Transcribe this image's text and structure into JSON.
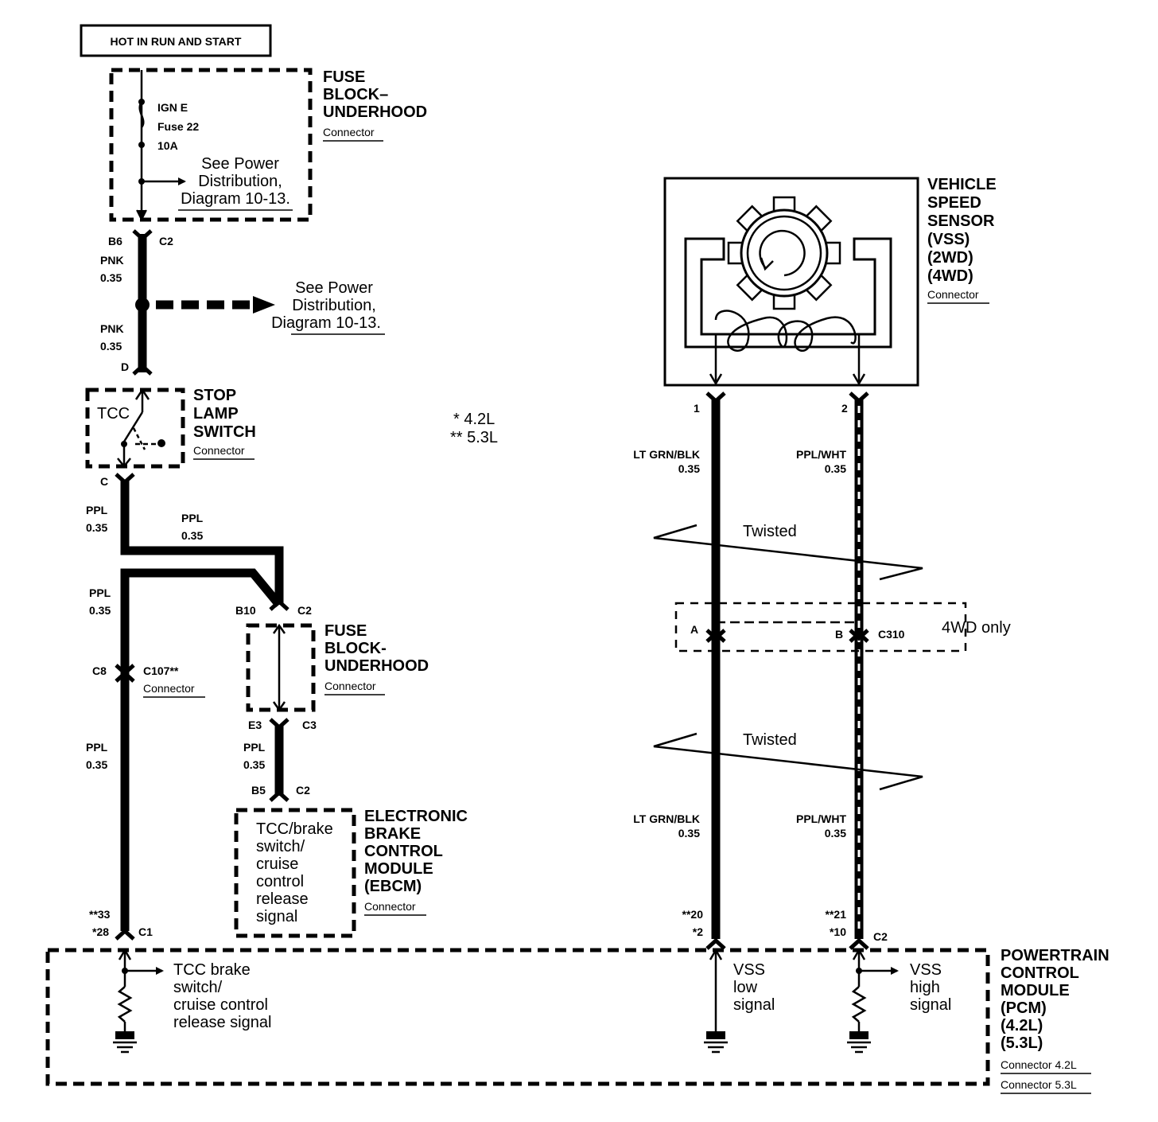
{
  "power_box": {
    "label": "HOT IN  RUN  AND START"
  },
  "fuse_block_top": {
    "title": [
      "FUSE",
      "BLOCK–",
      "UNDERHOOD"
    ],
    "connector": "Connector",
    "fuse_lines": [
      "IGN E",
      "Fuse 22",
      "10A"
    ],
    "ref_lines": [
      "See Power",
      "Distribution,",
      "Diagram 10-13."
    ]
  },
  "splice_ref": {
    "lines": [
      "See Power",
      "Distribution,",
      "Diagram 10-13."
    ]
  },
  "pins": {
    "b6": "B6",
    "c2_top": "C2",
    "d": "D",
    "c": "C",
    "b10": "B10",
    "c2_mid": "C2",
    "e3": "E3",
    "c3": "C3",
    "b5": "B5",
    "c2_ebcm": "C2",
    "c8": "C8",
    "c107": "C107**",
    "p33": "**33",
    "p28": "*28",
    "c1": "C1",
    "vss1": "1",
    "vss2": "2",
    "a": "A",
    "b": "B",
    "c310": "C310",
    "p20": "**20",
    "p2": "*2",
    "p21": "**21",
    "p10": "*10",
    "c2_pcm": "C2"
  },
  "wires": {
    "pnk": "PNK",
    "ppl": "PPL",
    "gauge": "0.35",
    "ltgrn": "LT GRN/BLK",
    "pplwht": "PPL/WHT"
  },
  "stop_lamp": {
    "title": [
      "STOP",
      "LAMP",
      "SWITCH"
    ],
    "connector": "Connector",
    "inner": "TCC"
  },
  "legend": {
    "line1": "*  4.2L",
    "line2": "**  5.3L"
  },
  "c107_connector": "Connector",
  "fuse_block_mid": {
    "title": [
      "FUSE",
      "BLOCK-",
      "UNDERHOOD"
    ],
    "connector": "Connector"
  },
  "ebcm": {
    "title": [
      "ELECTRONIC",
      "BRAKE",
      "CONTROL",
      "MODULE",
      "(EBCM)"
    ],
    "connector": "Connector",
    "inner": [
      "TCC/brake",
      "switch/",
      "cruise",
      "control",
      "release",
      "signal"
    ]
  },
  "vss": {
    "title": [
      "VEHICLE",
      "SPEED",
      "SENSOR",
      "(VSS)",
      "(2WD)",
      "(4WD)"
    ],
    "connector": "Connector"
  },
  "twisted": "Twisted",
  "c310_note": "4WD only",
  "pcm": {
    "title": [
      "POWERTRAIN",
      "CONTROL",
      "MODULE",
      "(PCM)",
      "(4.2L)",
      "(5.3L)"
    ],
    "connector1": "Connector 4.2L",
    "connector2": "Connector 5.3L",
    "tcc_signal": [
      "TCC brake",
      "switch/",
      "cruise control",
      "release signal"
    ],
    "vss_low": [
      "VSS",
      "low",
      "signal"
    ],
    "vss_high": [
      "VSS",
      "high",
      "signal"
    ]
  }
}
